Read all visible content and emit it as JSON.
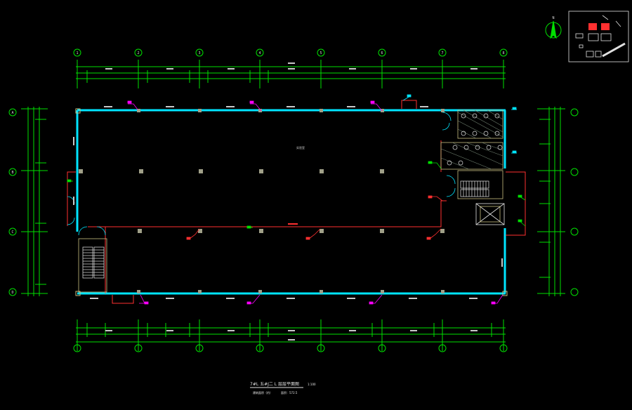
{
  "drawing": {
    "title": "7#L 五#J二 L 层层平面图",
    "scale": "1:100",
    "subtitle_left": "建筑面积（约）",
    "subtitle_right": "面积：572.5",
    "room_label": "实验室"
  },
  "grid": {
    "columns": [
      "1",
      "2",
      "3",
      "4",
      "5",
      "6",
      "7",
      "8"
    ],
    "rows": [
      "A",
      "B",
      "C",
      "D"
    ]
  },
  "compass": {
    "label": "N"
  },
  "colors": {
    "background": "#000000",
    "grid": "#00e000",
    "wall": "#00e5ff",
    "partition": "#ff3030",
    "magenta": "#ff00ff",
    "column": "#a0a088",
    "white": "#e0e0e0"
  }
}
